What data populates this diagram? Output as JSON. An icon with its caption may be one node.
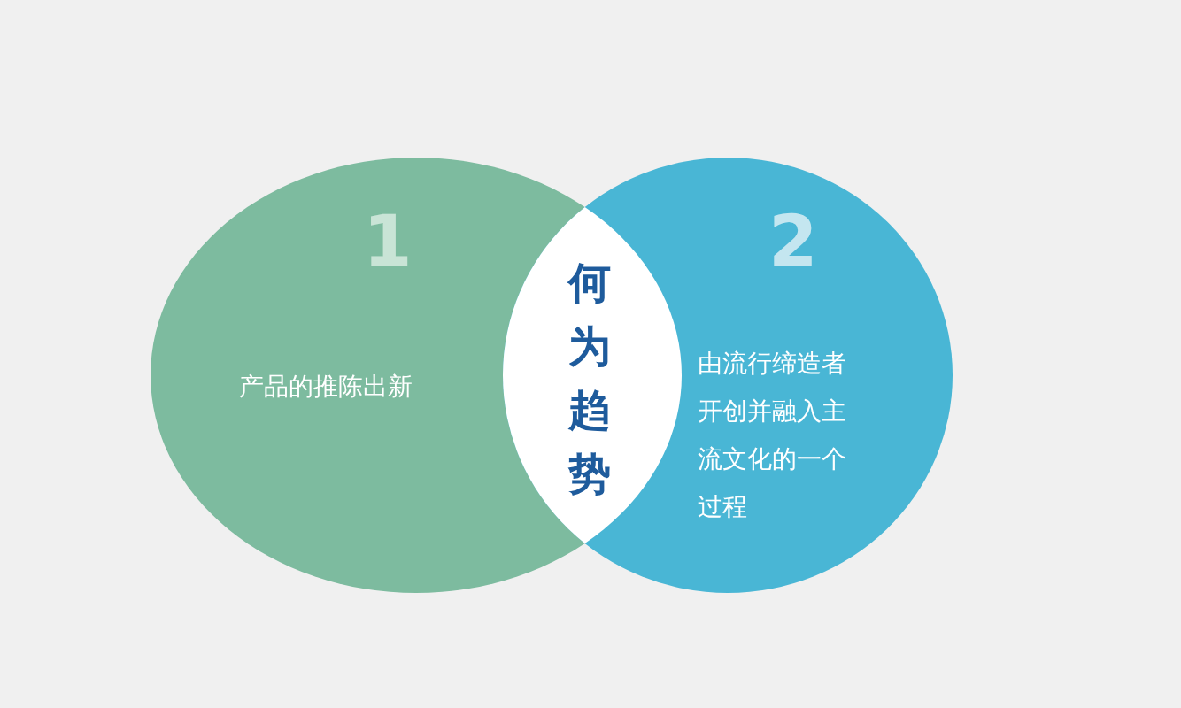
{
  "diagram": {
    "nodes": [
      {
        "text": [
          "1",
          "产品的推陈出新"
        ]
      },
      {
        "text": [
          "2",
          "由流行缔造者开创并融入主流文化的一个过程"
        ]
      },
      {
        "text": [
          "何为趋势"
        ]
      }
    ]
  }
}
